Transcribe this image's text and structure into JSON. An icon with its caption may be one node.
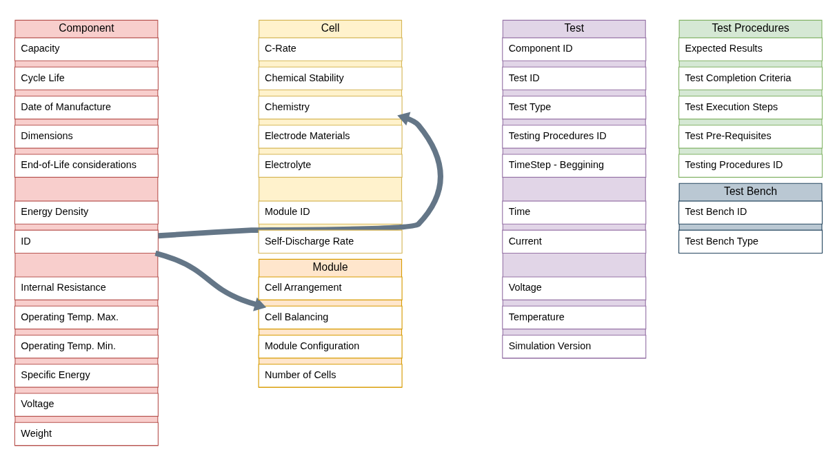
{
  "diagram": {
    "nodes": [
      {
        "text": [
          "Component"
        ]
      },
      {
        "text": [
          "Capacity"
        ],
        "in": 0
      },
      {
        "text": [
          "Cycle Life"
        ],
        "in": 0
      },
      {
        "text": [
          "Date of Manufacture"
        ],
        "in": 0
      },
      {
        "text": [
          "Dimensions"
        ],
        "in": 0
      },
      {
        "text": [
          "End-of-Life considerations"
        ],
        "in": 0
      },
      {
        "text": [
          "Energy Density"
        ],
        "in": 0
      },
      {
        "text": [
          "ID"
        ],
        "in": 0
      },
      {
        "text": [
          "Internal Resistance"
        ],
        "in": 0
      },
      {
        "text": [
          "Operating Temp. Max."
        ],
        "in": 0
      },
      {
        "text": [
          "Operating Temp. Min."
        ],
        "in": 0
      },
      {
        "text": [
          "Specific Energy"
        ],
        "in": 0
      },
      {
        "text": [
          "Voltage"
        ],
        "in": 0
      },
      {
        "text": [
          "Weight"
        ],
        "in": 0
      },
      {
        "text": [
          "Cell"
        ]
      },
      {
        "text": [
          "C-Rate"
        ],
        "in": 14
      },
      {
        "text": [
          "Chemical Stability"
        ],
        "in": 14
      },
      {
        "text": [
          "Chemistry"
        ],
        "in": 14
      },
      {
        "text": [
          "Electrode Materials"
        ],
        "in": 14
      },
      {
        "text": [
          "Electrolyte"
        ],
        "in": 14
      },
      {
        "text": [
          "Module ID"
        ],
        "in": 14
      },
      {
        "text": [
          "Self-Discharge Rate"
        ],
        "in": 14
      },
      {
        "text": [
          "Module"
        ]
      },
      {
        "text": [
          "Cell Arrangement"
        ],
        "in": 22
      },
      {
        "text": [
          "Cell Balancing"
        ],
        "in": 22
      },
      {
        "text": [
          "Module Configuration"
        ],
        "in": 22
      },
      {
        "text": [
          "Number of Cells"
        ],
        "in": 22
      },
      {
        "text": [
          "Test"
        ]
      },
      {
        "text": [
          "Component ID"
        ],
        "in": 27
      },
      {
        "text": [
          "Test ID"
        ],
        "in": 27
      },
      {
        "text": [
          "Test Type"
        ],
        "in": 27
      },
      {
        "text": [
          "Testing Procedures ID"
        ],
        "in": 27
      },
      {
        "text": [
          "TimeStep - Beggining"
        ],
        "in": 27
      },
      {
        "text": [
          "Time"
        ],
        "in": 27
      },
      {
        "text": [
          "Current"
        ],
        "in": 27
      },
      {
        "text": [
          "Voltage"
        ],
        "in": 27
      },
      {
        "text": [
          "Temperature"
        ],
        "in": 27
      },
      {
        "text": [
          "Simulation Version"
        ],
        "in": 27
      },
      {
        "text": [
          "Test Procedures"
        ]
      },
      {
        "text": [
          "Expected Results"
        ],
        "in": 38
      },
      {
        "text": [
          "Test Completion Criteria"
        ],
        "in": 38
      },
      {
        "text": [
          "Test Execution Steps"
        ],
        "in": 38
      },
      {
        "text": [
          "Test Pre-Requisites"
        ],
        "in": 38
      },
      {
        "text": [
          "Testing Procedures ID"
        ],
        "in": 38
      },
      {
        "text": [
          "Test Bench"
        ]
      },
      {
        "text": [
          "Test Bench ID"
        ],
        "in": 44
      },
      {
        "text": [
          "Test Bench Type"
        ],
        "in": 44
      }
    ],
    "edges": [
      {
        "from": 7,
        "to": 17,
        "arrow": "to"
      },
      {
        "from": 7,
        "to": 24,
        "arrow": "to"
      }
    ]
  }
}
